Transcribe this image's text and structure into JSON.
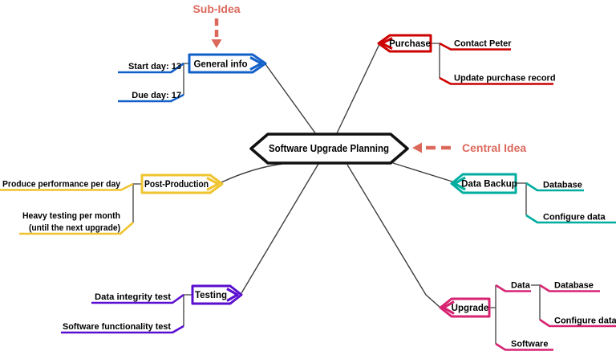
{
  "title": "Software Upgrade Planning",
  "annotations": {
    "sub_idea": "Sub-Idea",
    "central_idea": "Central Idea"
  },
  "colors": {
    "annotation": "#DC685C",
    "connector": "#3F3F3F",
    "center_border": "#111111",
    "text": "#000000"
  },
  "branches": [
    {
      "id": "general-info",
      "label": "General info",
      "color": "#1060C8",
      "children": [
        {
          "label": "Start day: 13"
        },
        {
          "label": "Due day: 17"
        }
      ]
    },
    {
      "id": "purchase",
      "label": "Purchase",
      "color": "#CC0000",
      "children": [
        {
          "label": "Contact Peter"
        },
        {
          "label": "Update purchase record"
        }
      ]
    },
    {
      "id": "data-backup",
      "label": "Data Backup",
      "color": "#00AD9F",
      "children": [
        {
          "label": "Database"
        },
        {
          "label": "Configure data"
        }
      ]
    },
    {
      "id": "post-production",
      "label": "Post-Production",
      "color": "#EFC42F",
      "children": [
        {
          "label": "Produce performance per day"
        },
        {
          "label": "Heavy testing per month",
          "label2": "(until the next upgrade)"
        }
      ]
    },
    {
      "id": "testing",
      "label": "Testing",
      "color": "#5A0ED0",
      "children": [
        {
          "label": "Data integrity test"
        },
        {
          "label": "Software functionality test"
        }
      ]
    },
    {
      "id": "upgrade",
      "label": "Upgrade",
      "color": "#D62472",
      "children": [
        {
          "label": "Data",
          "children": [
            {
              "label": "Database"
            },
            {
              "label": "Configure data"
            }
          ]
        },
        {
          "label": "Software"
        }
      ]
    }
  ]
}
